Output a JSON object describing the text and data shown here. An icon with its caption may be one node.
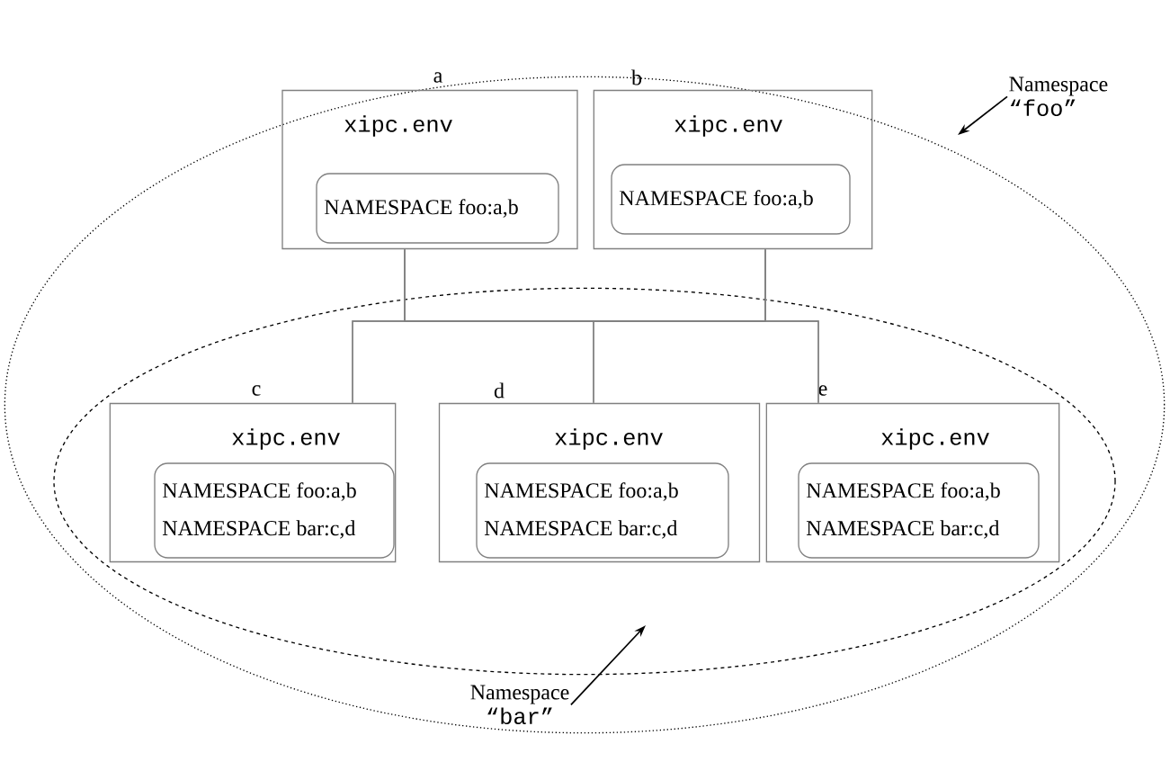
{
  "diagram": {
    "nodes": [
      {
        "text": [],
        "shape": "ellipse"
      },
      {
        "text": [
          "Namespace",
          "“foo”"
        ]
      },
      {
        "text": [
          "xipc.env"
        ],
        "beside": [
          "a"
        ],
        "in": 0
      },
      {
        "text": [
          "NAMESPACE foo:a,b"
        ],
        "in": 2
      },
      {
        "text": [
          "xipc.env"
        ],
        "beside": [
          "b"
        ],
        "in": 0
      },
      {
        "text": [
          "NAMESPACE foo:a,b"
        ],
        "in": 4
      },
      {
        "text": [],
        "shape": "ellipse",
        "in": 0
      },
      {
        "text": [
          "xipc.env"
        ],
        "beside": [
          "c"
        ],
        "in": 6
      },
      {
        "text": [
          "NAMESPACE foo:a,b",
          "NAMESPACE bar:c,d"
        ],
        "in": 7
      },
      {
        "text": [
          "xipc.env"
        ],
        "beside": [
          "d"
        ],
        "in": 6
      },
      {
        "text": [
          "NAMESPACE foo:a,b",
          "NAMESPACE bar:c,d"
        ],
        "in": 9
      },
      {
        "text": [
          "xipc.env"
        ],
        "beside": [
          "e"
        ],
        "in": 6
      },
      {
        "text": [
          "NAMESPACE foo:a,b",
          "NAMESPACE bar:c,d"
        ],
        "in": 11
      },
      {
        "text": [
          "Namespace",
          "“bar”"
        ],
        "in": 0
      }
    ],
    "edges": [
      {
        "from": 1,
        "to": 0,
        "arrow": "to",
        "color": "#000000"
      },
      {
        "from": 2,
        "to": 7,
        "arrow": "none"
      },
      {
        "from": 2,
        "to": 9,
        "arrow": "none"
      },
      {
        "from": 2,
        "to": 11,
        "arrow": "none"
      },
      {
        "from": 4,
        "to": 7,
        "arrow": "none"
      },
      {
        "from": 4,
        "to": 9,
        "arrow": "none"
      },
      {
        "from": 4,
        "to": 11,
        "arrow": "none"
      },
      {
        "from": 13,
        "to": 6,
        "arrow": "to",
        "color": "#000000"
      }
    ]
  }
}
